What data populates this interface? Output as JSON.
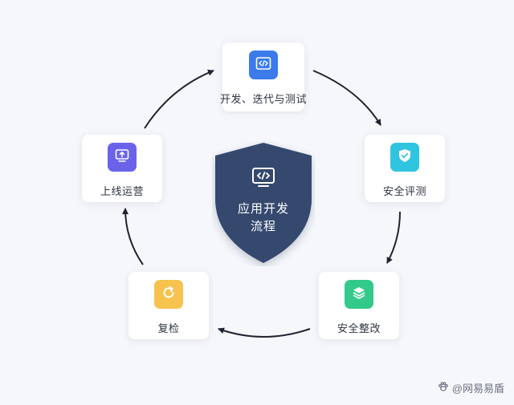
{
  "center": {
    "title_line1": "应用开发",
    "title_line2": "流程",
    "icon": "code-window-icon",
    "color": "#34496e"
  },
  "steps": [
    {
      "label": "开发、迭代与测试",
      "icon": "code-window-icon",
      "color": "#3b7bea"
    },
    {
      "label": "安全评测",
      "icon": "shield-check-icon",
      "color": "#2fc4e0"
    },
    {
      "label": "安全整改",
      "icon": "layers-icon",
      "color": "#33c98a"
    },
    {
      "label": "复检",
      "icon": "refresh-icon",
      "color": "#f7c34f"
    },
    {
      "label": "上线运营",
      "icon": "upload-monitor-icon",
      "color": "#6a63ea"
    }
  ],
  "watermark": {
    "text": "@网易易盾",
    "icon": "paw-icon"
  }
}
